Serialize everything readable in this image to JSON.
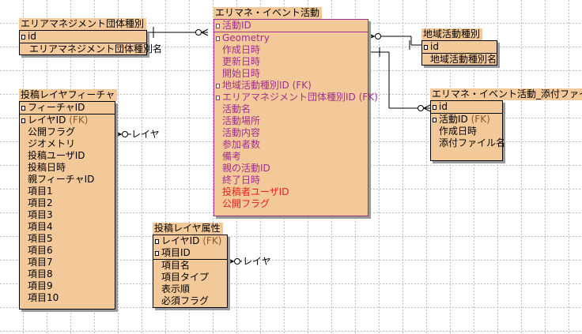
{
  "entities": {
    "dantai": {
      "title": "エリアマネジメント団体種別",
      "pk": [
        "id"
      ],
      "attrs": [
        "エリアマネジメント団体種別名"
      ]
    },
    "event": {
      "title": "エリマネ・イベント活動",
      "pk": [
        "活動ID"
      ],
      "attrs": [
        "Geometry",
        "作成日時",
        "更新日時",
        "開始日時",
        "地域活動種別ID",
        "エリアマネジメント団体種別ID",
        "活動名",
        "活動場所",
        "活動内容",
        "参加者数",
        "備考",
        "親の活動ID",
        "終了日時",
        "投稿者ユーザID",
        "公開フラグ"
      ],
      "fk_tag": "(FK)"
    },
    "chiiki": {
      "title": "地域活動種別",
      "pk": [
        "id"
      ],
      "attrs": [
        "地域活動種別名"
      ]
    },
    "tenpu": {
      "title": "エリマネ・イベント活動_添付ファイル",
      "pk": [
        "id"
      ],
      "attrs": [
        "活動ID",
        "作成日時",
        "添付ファイル名"
      ],
      "fk_tag": "(FK)"
    },
    "feature": {
      "title": "投稿レイヤフィーチャ",
      "pk": [
        "フィーチャID"
      ],
      "attrs": [
        "レイヤID",
        "公開フラグ",
        "ジオメトリ",
        "投稿ユーザID",
        "投稿日時",
        "親フィーチャID",
        "項目1",
        "項目2",
        "項目3",
        "項目4",
        "項目5",
        "項目6",
        "項目7",
        "項目8",
        "項目9",
        "項目10"
      ],
      "fk_tag": "(FK)"
    },
    "zokusei": {
      "title": "投稿レイヤ属性",
      "pk": [
        "レイヤID",
        "項目ID"
      ],
      "attrs": [
        "項目名",
        "項目タイプ",
        "表示順",
        "必須フラグ"
      ],
      "fk_tag": "(FK)"
    }
  },
  "relation_labels": {
    "feature_layer": "レイヤ",
    "zokusei_layer": "レイヤ"
  },
  "colors": {
    "entity_fill": "#f4c999",
    "selected_border": "#a0308c",
    "highlight_text": "#e02020"
  }
}
